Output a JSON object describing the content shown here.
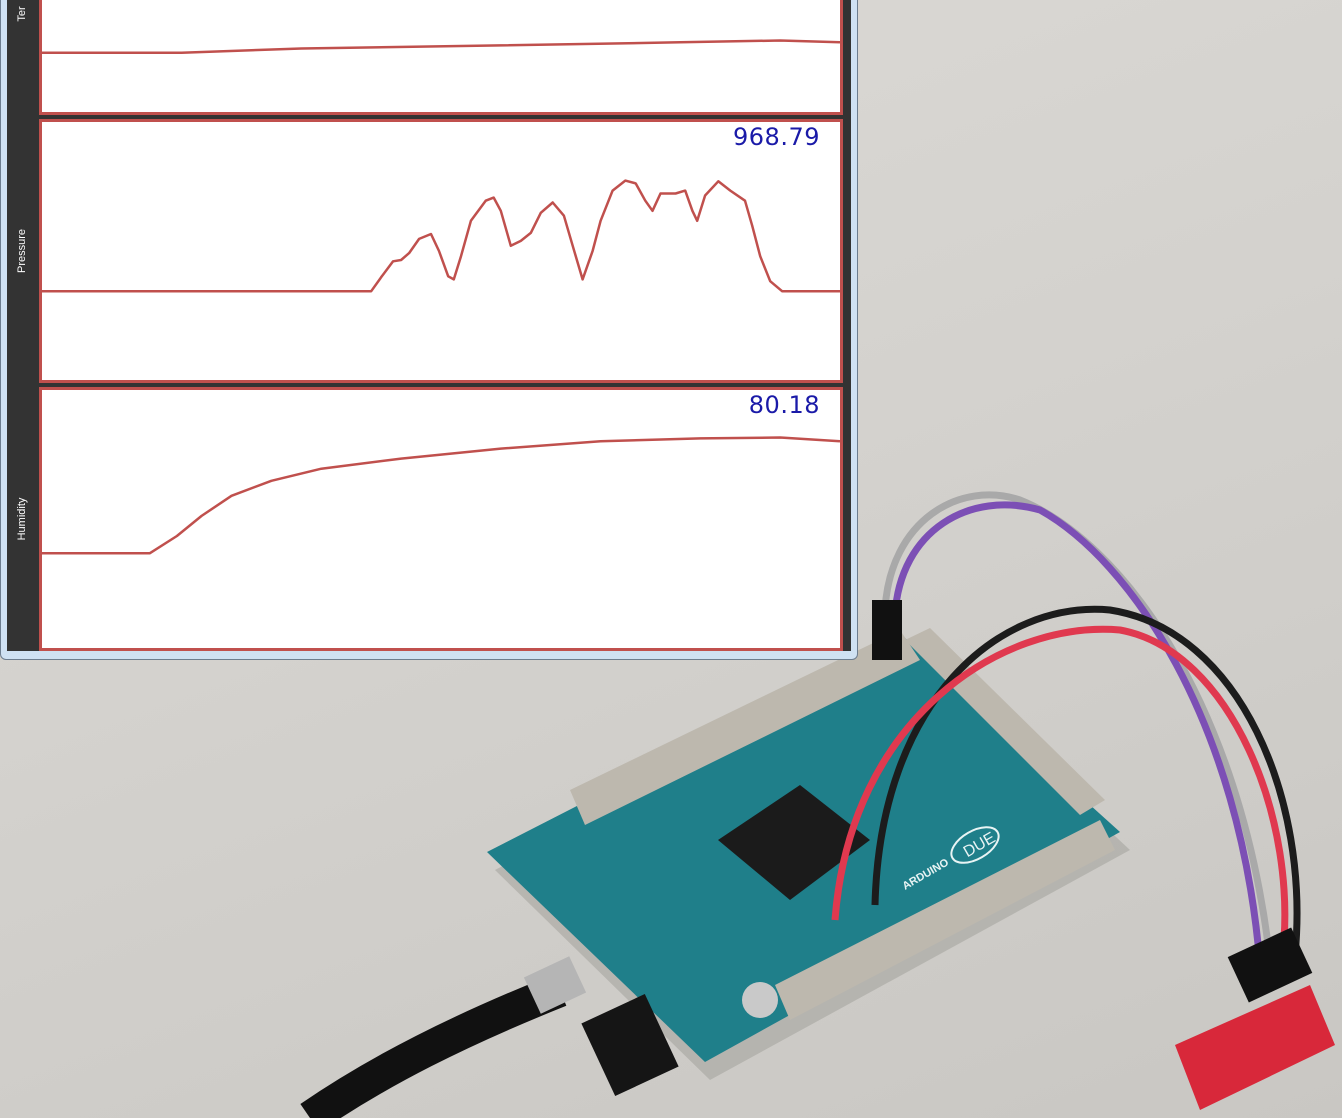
{
  "window": {
    "frame_color": "#cfe1f3",
    "panel_bg": "#333333",
    "border_color": "#c0504d",
    "line_color": "#c0504d",
    "value_color": "#1a1aa8"
  },
  "chart_data": [
    {
      "type": "line",
      "ylabel": "Ter",
      "current_value": "",
      "x": [
        0,
        17.5,
        32.5,
        57.5,
        80,
        92.5,
        100
      ],
      "y": [
        23,
        23,
        24.6,
        25.8,
        27,
        27.7,
        27
      ]
    },
    {
      "type": "line",
      "ylabel": "Pressure",
      "current_value": "968.79",
      "x": [
        0,
        41.25,
        42.5,
        44,
        45,
        46,
        47.25,
        48.75,
        49.75,
        50.9,
        51.6,
        52.5,
        53.75,
        55.6,
        56.6,
        57.5,
        58.75,
        60,
        61.25,
        62.5,
        64,
        65.4,
        66.5,
        67.75,
        69,
        70,
        71.5,
        73.1,
        74.4,
        75.6,
        76.5,
        77.5,
        79.4,
        80.6,
        81.5,
        82.1,
        83.1,
        84.75,
        86.25,
        88.1,
        89,
        90,
        91.25,
        92.75,
        100
      ],
      "y": [
        34.4,
        34.4,
        39.8,
        46,
        46.5,
        49.2,
        54.7,
        56.6,
        50,
        40.2,
        39,
        48,
        61.7,
        69.5,
        70.7,
        65.6,
        52,
        53.9,
        57,
        64.8,
        68.8,
        63.7,
        52,
        39,
        50,
        61.7,
        73.4,
        77.3,
        76.2,
        69.5,
        65.6,
        72.3,
        72.3,
        73.4,
        65.6,
        61.7,
        71.5,
        77,
        73.4,
        69.5,
        59.8,
        48,
        38.3,
        34.4,
        34.4
      ]
    },
    {
      "type": "line",
      "ylabel": "Humidity",
      "current_value": "80.18",
      "x": [
        0,
        13.5,
        16.9,
        20,
        23.75,
        28.75,
        35,
        45,
        57.5,
        70,
        82.5,
        92.5,
        100
      ],
      "y": [
        36.7,
        36.7,
        43.4,
        51.2,
        59,
        64.8,
        69.5,
        73.4,
        77.3,
        80.1,
        81.25,
        81.6,
        80.1
      ]
    }
  ],
  "photo": {
    "board_color": "#1f7f8a",
    "board_text": [
      "ARDUINO",
      "DUE"
    ],
    "wire_colors": [
      "#a9a9a9",
      "#7c4fb5",
      "#1c1c1c",
      "#e0394f"
    ],
    "sensor_color": "#d8283a"
  }
}
